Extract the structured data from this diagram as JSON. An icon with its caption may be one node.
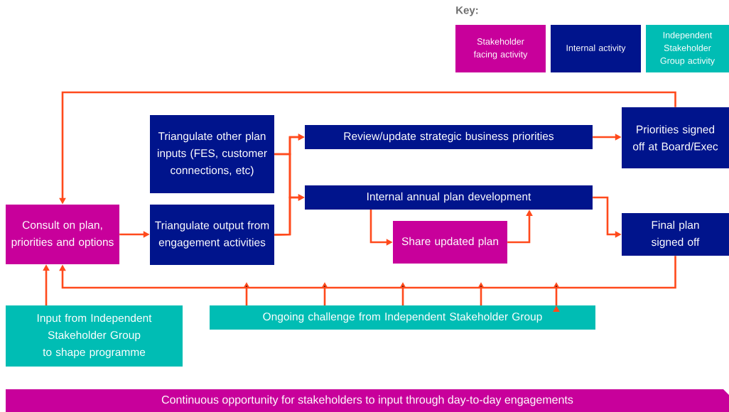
{
  "diagram": {
    "title": "Key:",
    "nodes": [
      {
        "text": [
          "Consult on plan, priorities and options"
        ]
      },
      {
        "text": [
          "Triangulate other plan inputs (FES, customer connections, etc)"
        ]
      },
      {
        "text": [
          "Triangulate output from engagement activities"
        ]
      },
      {
        "text": [
          "Review/update strategic business priorities"
        ]
      },
      {
        "text": [
          "Internal annual plan development"
        ]
      },
      {
        "text": [
          "Share updated plan"
        ]
      },
      {
        "text": [
          "Priorities signed off at Board/Exec"
        ]
      },
      {
        "text": [
          "Final plan signed off"
        ]
      },
      {
        "text": [
          "Input from Independent Stakeholder Group to shape programme"
        ]
      },
      {
        "text": [
          "Ongoing challenge from Independent Stakeholder Group"
        ]
      },
      {
        "text": [
          "Continuous opportunity for stakeholders to input through day-to-day engagements"
        ]
      }
    ],
    "edges": [
      {
        "from": 0,
        "to": 2,
        "arrow": "to"
      },
      {
        "from": 1,
        "to": 3,
        "arrow": "to"
      },
      {
        "from": 1,
        "to": 4,
        "arrow": "to"
      },
      {
        "from": 2,
        "to": 3,
        "arrow": "to"
      },
      {
        "from": 2,
        "to": 4,
        "arrow": "to"
      },
      {
        "from": 3,
        "to": 6,
        "arrow": "to"
      },
      {
        "from": 4,
        "to": 5,
        "arrow": "to"
      },
      {
        "from": 5,
        "to": 4,
        "arrow": "to"
      },
      {
        "from": 4,
        "to": 7,
        "arrow": "to"
      },
      {
        "from": 6,
        "to": 0,
        "arrow": "to"
      },
      {
        "from": 7,
        "to": 0,
        "arrow": "to"
      },
      {
        "from": 8,
        "to": 0,
        "arrow": "to"
      },
      {
        "from": 9,
        "to": 0,
        "arrow": "to"
      }
    ],
    "legend": [
      {
        "text": "Stakeholder facing activity",
        "color": "#c8009b"
      },
      {
        "text": "Internal activity",
        "color": "#00148c"
      },
      {
        "text": "Independent Stakeholder Group activity",
        "color": "#00bdb4"
      }
    ]
  }
}
